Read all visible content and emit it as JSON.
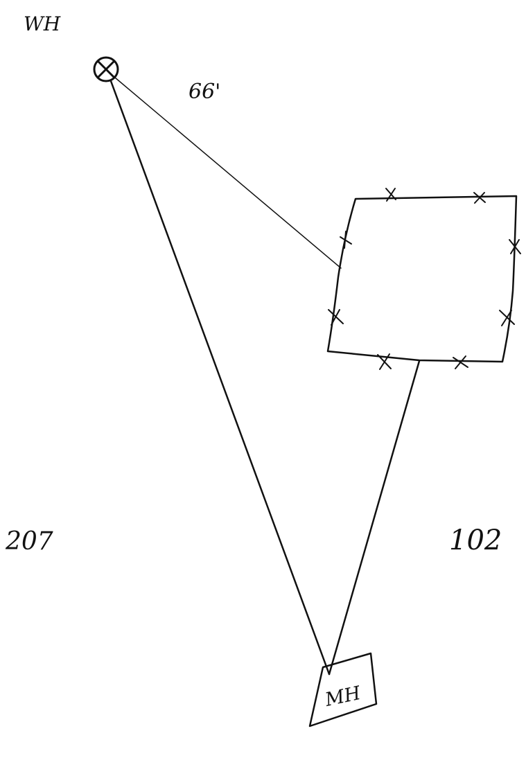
{
  "labels": {
    "well_head": "WH",
    "distance_well_to_building": "66'",
    "distance_well_to_manhole": "207",
    "distance_building_to_manhole": "102",
    "manhole": "MH"
  },
  "colors": {
    "ink": "#111111",
    "paper": "#ffffff"
  },
  "icons": {
    "well_symbol": "circled-x-icon",
    "fence_marker": "x-mark-icon"
  }
}
